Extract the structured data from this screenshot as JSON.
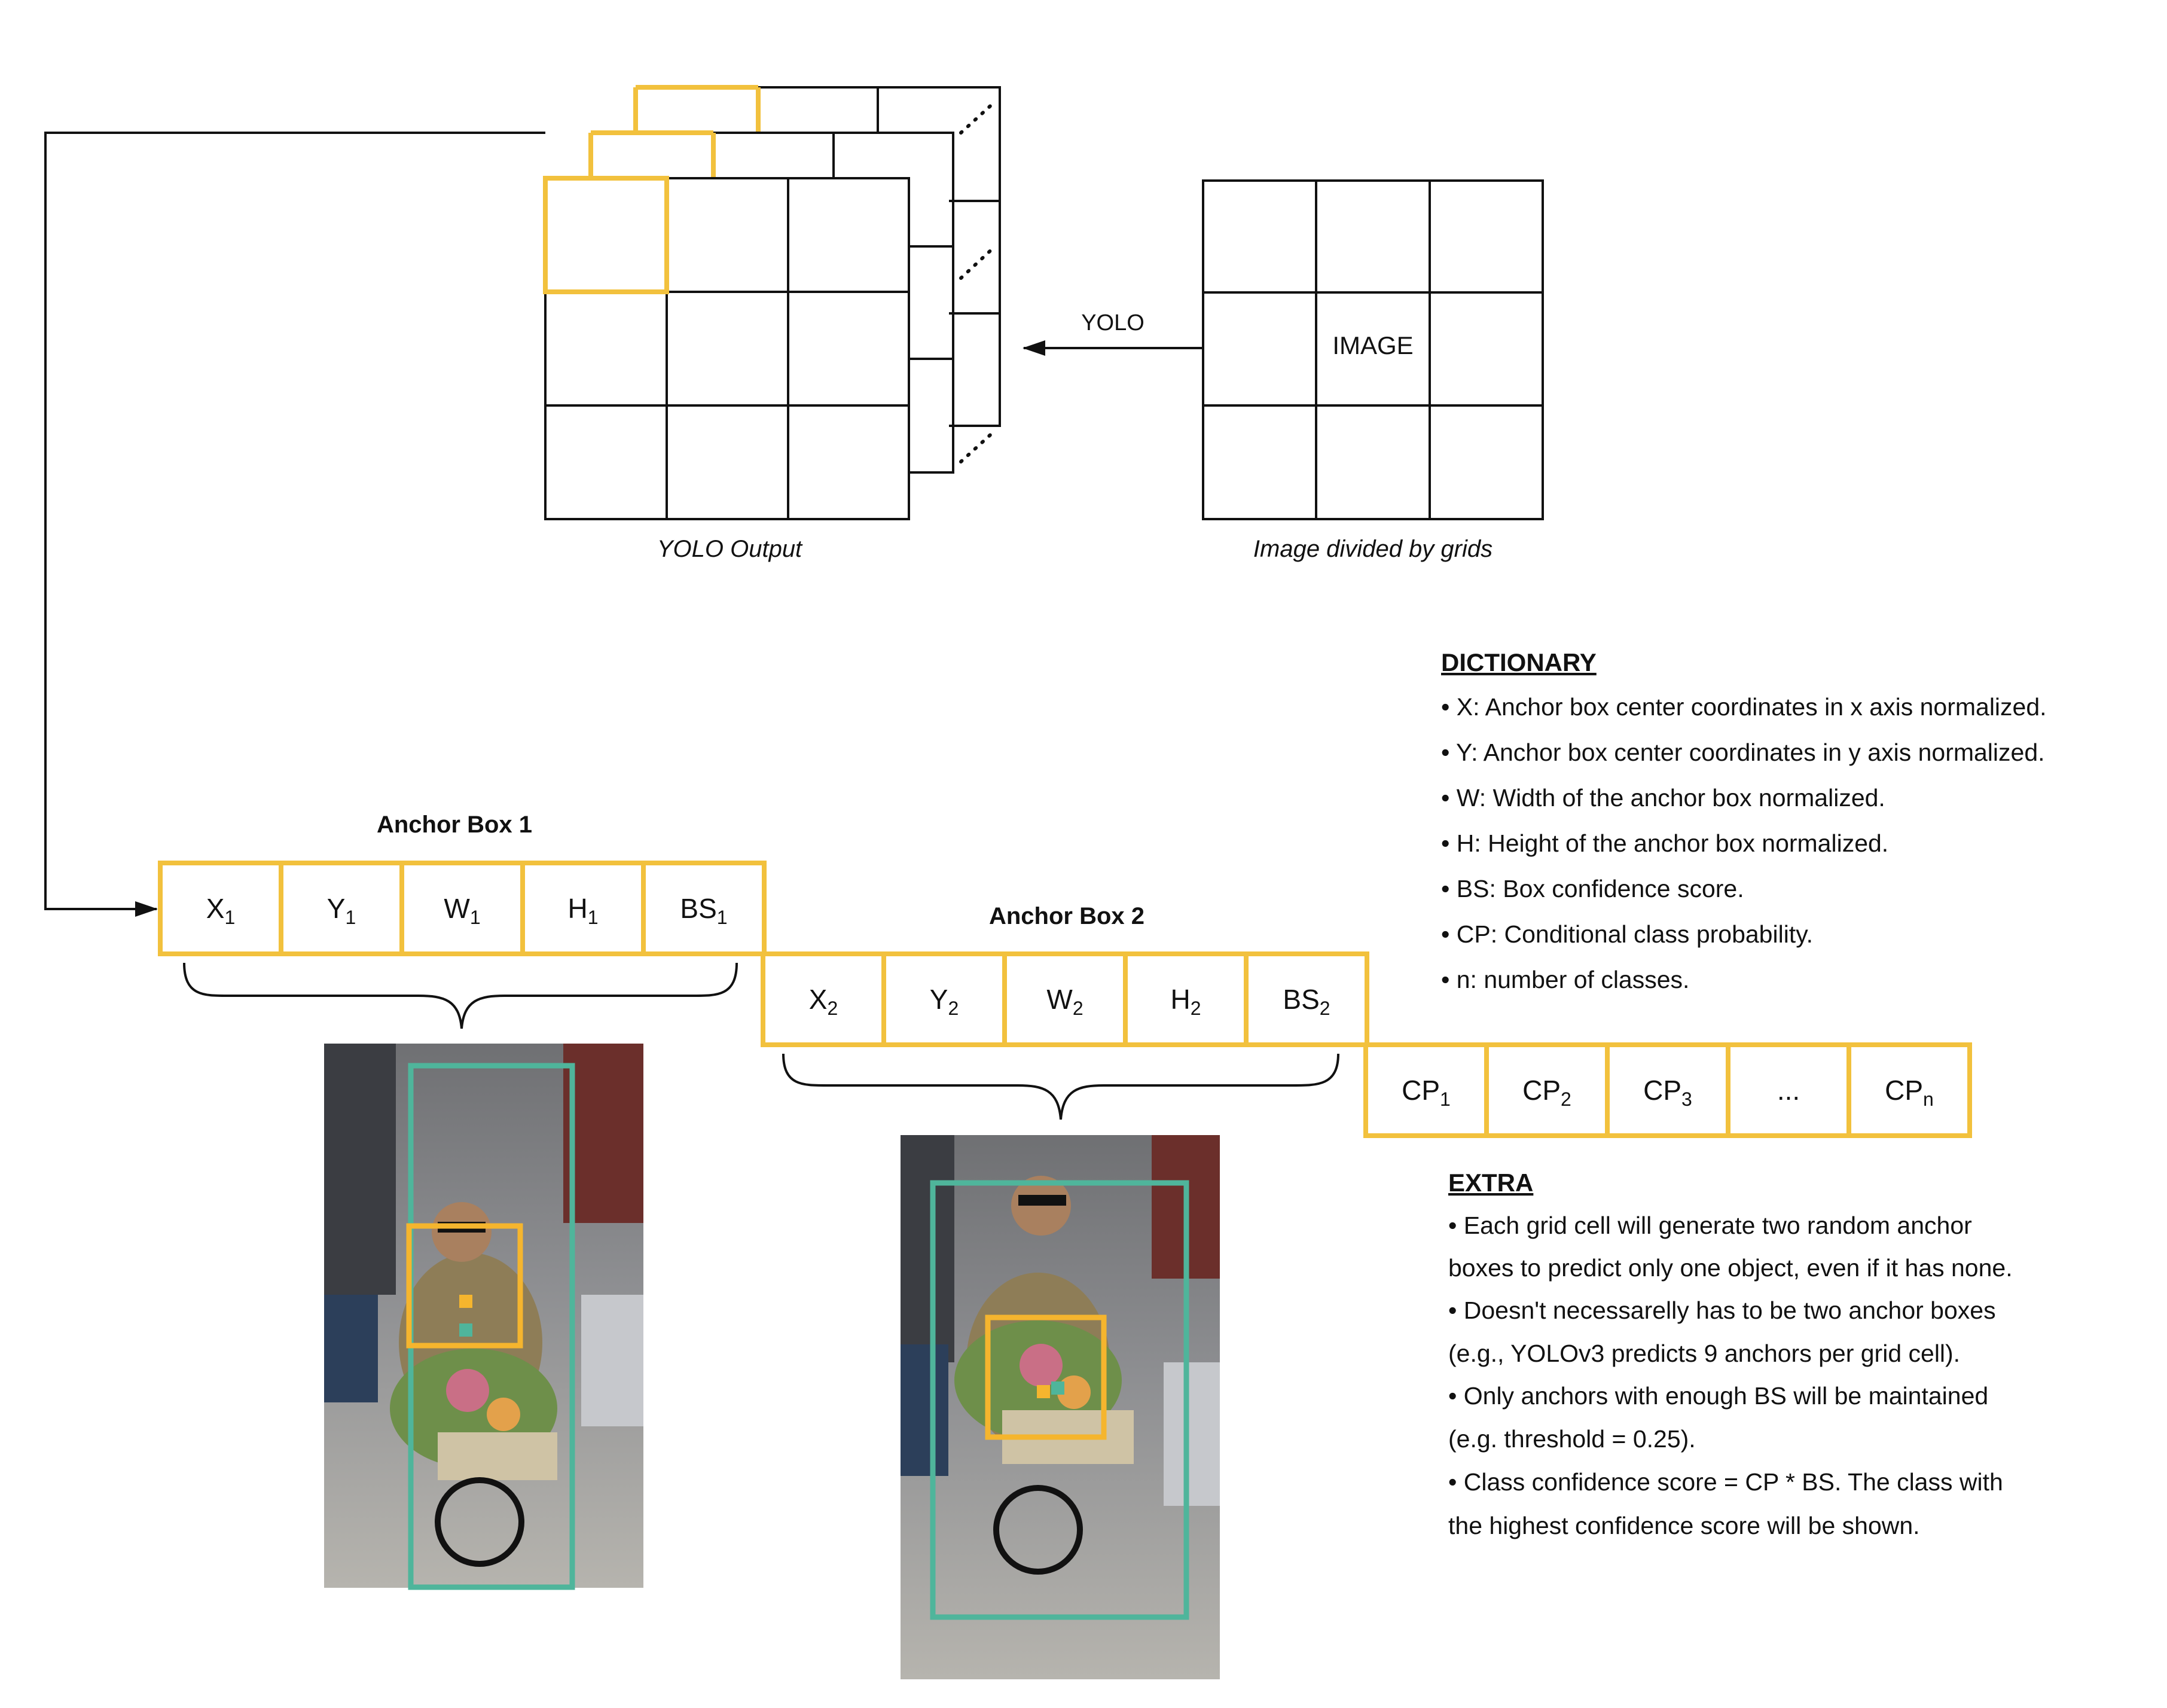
{
  "labels": {
    "yolo_arrow": "YOLO",
    "image": "IMAGE",
    "yolo_output_caption": "YOLO Output",
    "image_grid_caption": "Image divided by grids",
    "anchor_box_1": "Anchor Box 1",
    "anchor_box_2": "Anchor Box 2"
  },
  "anchor1_cells": [
    {
      "main": "X",
      "sub": "1"
    },
    {
      "main": "Y",
      "sub": "1"
    },
    {
      "main": "W",
      "sub": "1"
    },
    {
      "main": "H",
      "sub": "1"
    },
    {
      "main": "BS",
      "sub": "1"
    }
  ],
  "anchor2_cells": [
    {
      "main": "X",
      "sub": "2"
    },
    {
      "main": "Y",
      "sub": "2"
    },
    {
      "main": "W",
      "sub": "2"
    },
    {
      "main": "H",
      "sub": "2"
    },
    {
      "main": "BS",
      "sub": "2"
    }
  ],
  "class_cells": [
    {
      "main": "CP",
      "sub": "1"
    },
    {
      "main": "CP",
      "sub": "2"
    },
    {
      "main": "CP",
      "sub": "3"
    },
    {
      "main": "...",
      "sub": ""
    },
    {
      "main": "CP",
      "sub": "n"
    }
  ],
  "dictionary": {
    "title": "DICTIONARY",
    "items": [
      "• X:  Anchor box center coordinates in x axis normalized.",
      "• Y: Anchor box center coordinates in y axis normalized.",
      "• W: Width of the anchor box normalized.",
      "• H: Height of the anchor box normalized.",
      "• BS: Box confidence score.",
      "• CP: Conditional class probability.",
      "• n: number of classes."
    ]
  },
  "extra": {
    "title": "EXTRA",
    "lines": [
      "• Each grid cell will generate two random anchor",
      "boxes to predict only one object, even if it has none.",
      "• Doesn't necessarelly has to be two anchor boxes",
      "(e.g., YOLOv3 predicts 9 anchors per grid cell).",
      "• Only anchors with enough BS will be maintained",
      "(e.g. threshold = 0.25).",
      "• Class confidence score = CP * BS. The class with",
      "the highest confidence score will be shown."
    ]
  },
  "colors": {
    "anchor_box_border": "#f2c13d",
    "detection_box": "#4fb59b",
    "anchor_box_in_photo": "#f5b52e"
  },
  "photos": [
    {
      "name": "photo-cyclist-anchor-1",
      "description_icon": "cyclist-with-flowers-photo"
    },
    {
      "name": "photo-cyclist-anchor-2",
      "description_icon": "cyclist-with-flowers-photo"
    }
  ]
}
